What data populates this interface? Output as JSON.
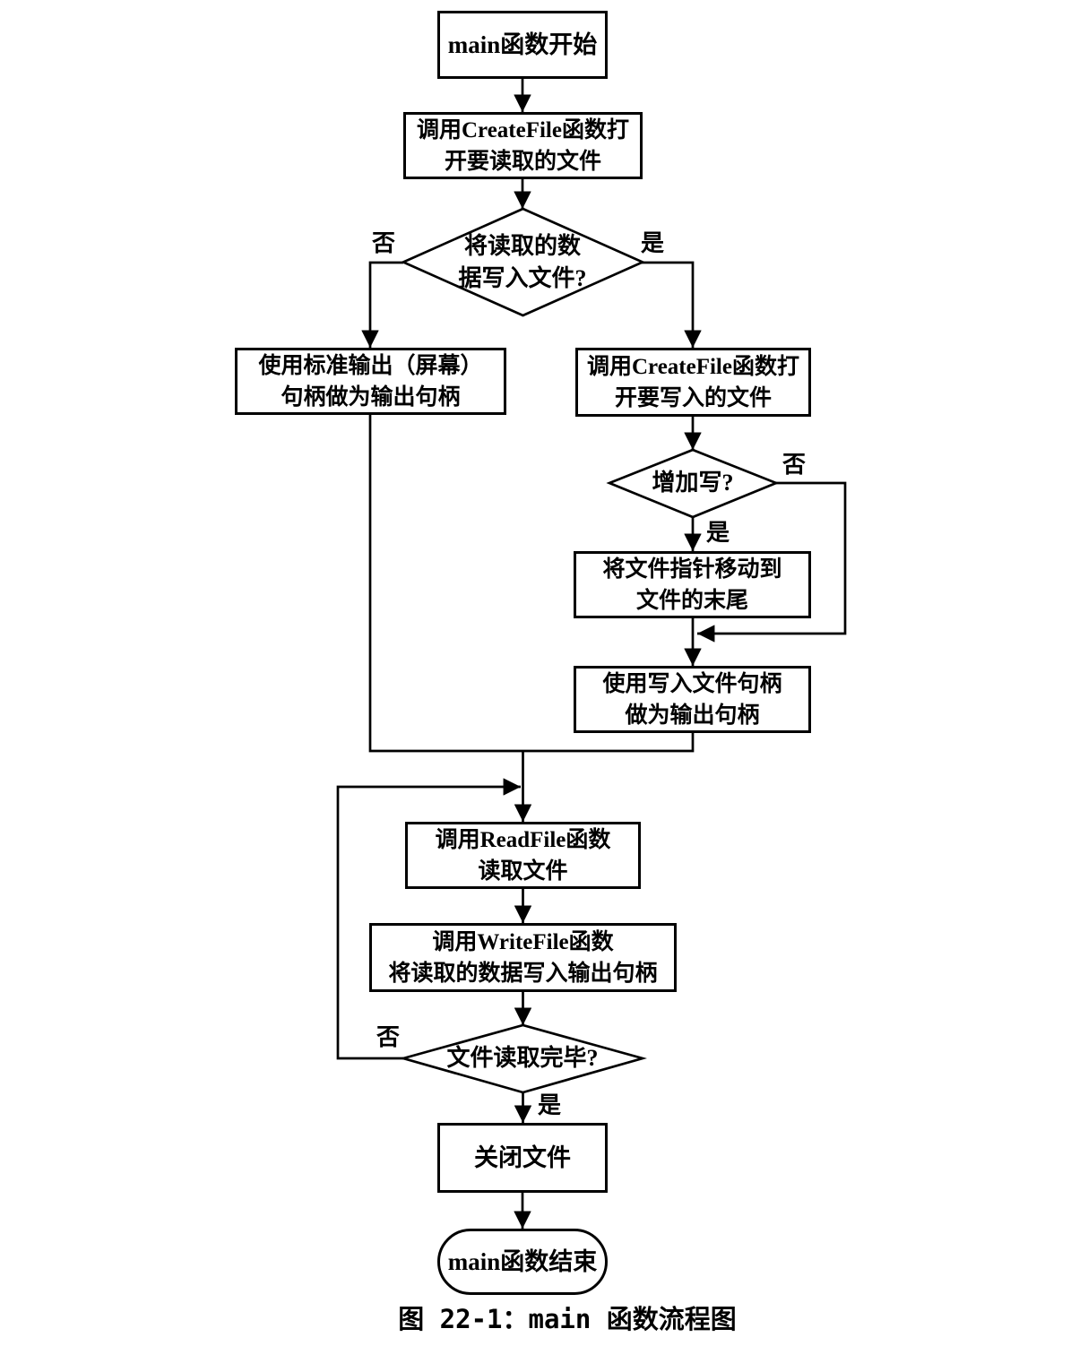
{
  "diagram": {
    "caption": "图 22-1：main 函数流程图",
    "colors": {
      "line": "#000000",
      "text": "#000000",
      "background": "#ffffff"
    },
    "nodes": {
      "start": {
        "label": "main函数开始"
      },
      "open_read_file": {
        "line1": "调用CreateFile函数打",
        "line2": "开要读取的文件"
      },
      "decision_write_to_file": {
        "line1": "将读取的数",
        "line2": "据写入文件?"
      },
      "use_std_output": {
        "line1": "使用标准输出（屏幕）",
        "line2": "句柄做为输出句柄"
      },
      "open_write_file": {
        "line1": "调用CreateFile函数打",
        "line2": "开要写入的文件"
      },
      "decision_append_write": {
        "label": "增加写?"
      },
      "move_file_pointer": {
        "line1": "将文件指针移动到",
        "line2": "文件的末尾"
      },
      "use_write_handle": {
        "line1": "使用写入文件句柄",
        "line2": "做为输出句柄"
      },
      "read_file": {
        "line1": "调用ReadFile函数",
        "line2": "读取文件"
      },
      "write_file": {
        "line1": "调用WriteFile函数",
        "line2": "将读取的数据写入输出句柄"
      },
      "decision_read_done": {
        "label": "文件读取完毕?"
      },
      "close_file": {
        "label": "关闭文件"
      },
      "end": {
        "label": "main函数结束"
      }
    },
    "edge_labels": {
      "write_decision_no": "否",
      "write_decision_yes": "是",
      "append_decision_no": "否",
      "append_decision_yes": "是",
      "read_done_no": "否",
      "read_done_yes": "是"
    }
  }
}
